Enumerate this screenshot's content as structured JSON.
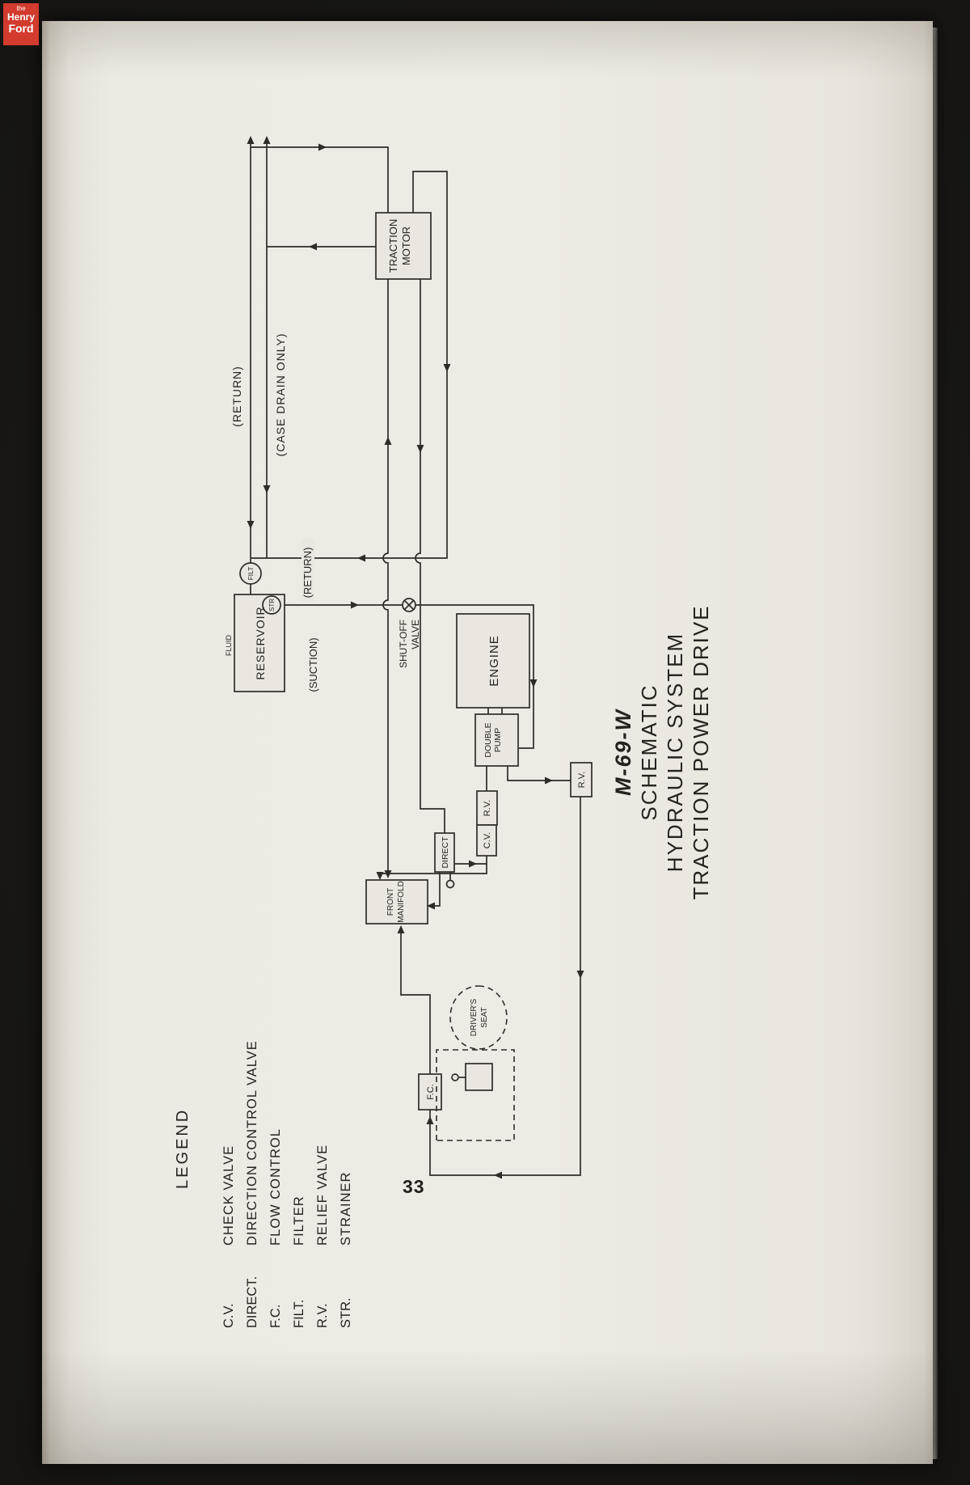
{
  "branding": {
    "the": "the",
    "henry": "Henry",
    "ford": "Ford"
  },
  "page_number": "33",
  "title": {
    "lines": [
      "M-69-W",
      "SCHEMATIC",
      "HYDRAULIC SYSTEM",
      "TRACTION POWER DRIVE"
    ]
  },
  "legend": {
    "heading": "LEGEND",
    "items": [
      {
        "abbr": "C.V.",
        "label": "CHECK VALVE"
      },
      {
        "abbr": "DIRECT.",
        "label": "DIRECTION CONTROL VALVE"
      },
      {
        "abbr": "F.C.",
        "label": "FLOW CONTROL"
      },
      {
        "abbr": "FILT.",
        "label": "FILTER"
      },
      {
        "abbr": "R.V.",
        "label": "RELIEF VALVE"
      },
      {
        "abbr": "STR.",
        "label": "STRAINER"
      }
    ]
  },
  "diagram": {
    "traction_motor": [
      "TRACTION",
      "MOTOR"
    ],
    "return_line_label": "(RETURN)",
    "case_drain_label": "(CASE DRAIN ONLY)",
    "return_mid_label": "(RETURN)",
    "suction_label": "(SUCTION)",
    "filt": "FILT",
    "str": "STR",
    "fluid": "FLUID",
    "reservoir": "RESERVOIR",
    "shut_off": [
      "SHUT-OFF",
      "VALVE"
    ],
    "engine": "ENGINE",
    "double_pump": [
      "DOUBLE",
      "PUMP"
    ],
    "rv_1": "R.V.",
    "rv_2": "R.V.",
    "cv": "C.V.",
    "direct": "DIRECT",
    "front_manifold": [
      "FRONT",
      "MANIFOLD"
    ],
    "drivers_seat": [
      "DRIVER'S",
      "SEAT"
    ],
    "fc": "F.C."
  }
}
